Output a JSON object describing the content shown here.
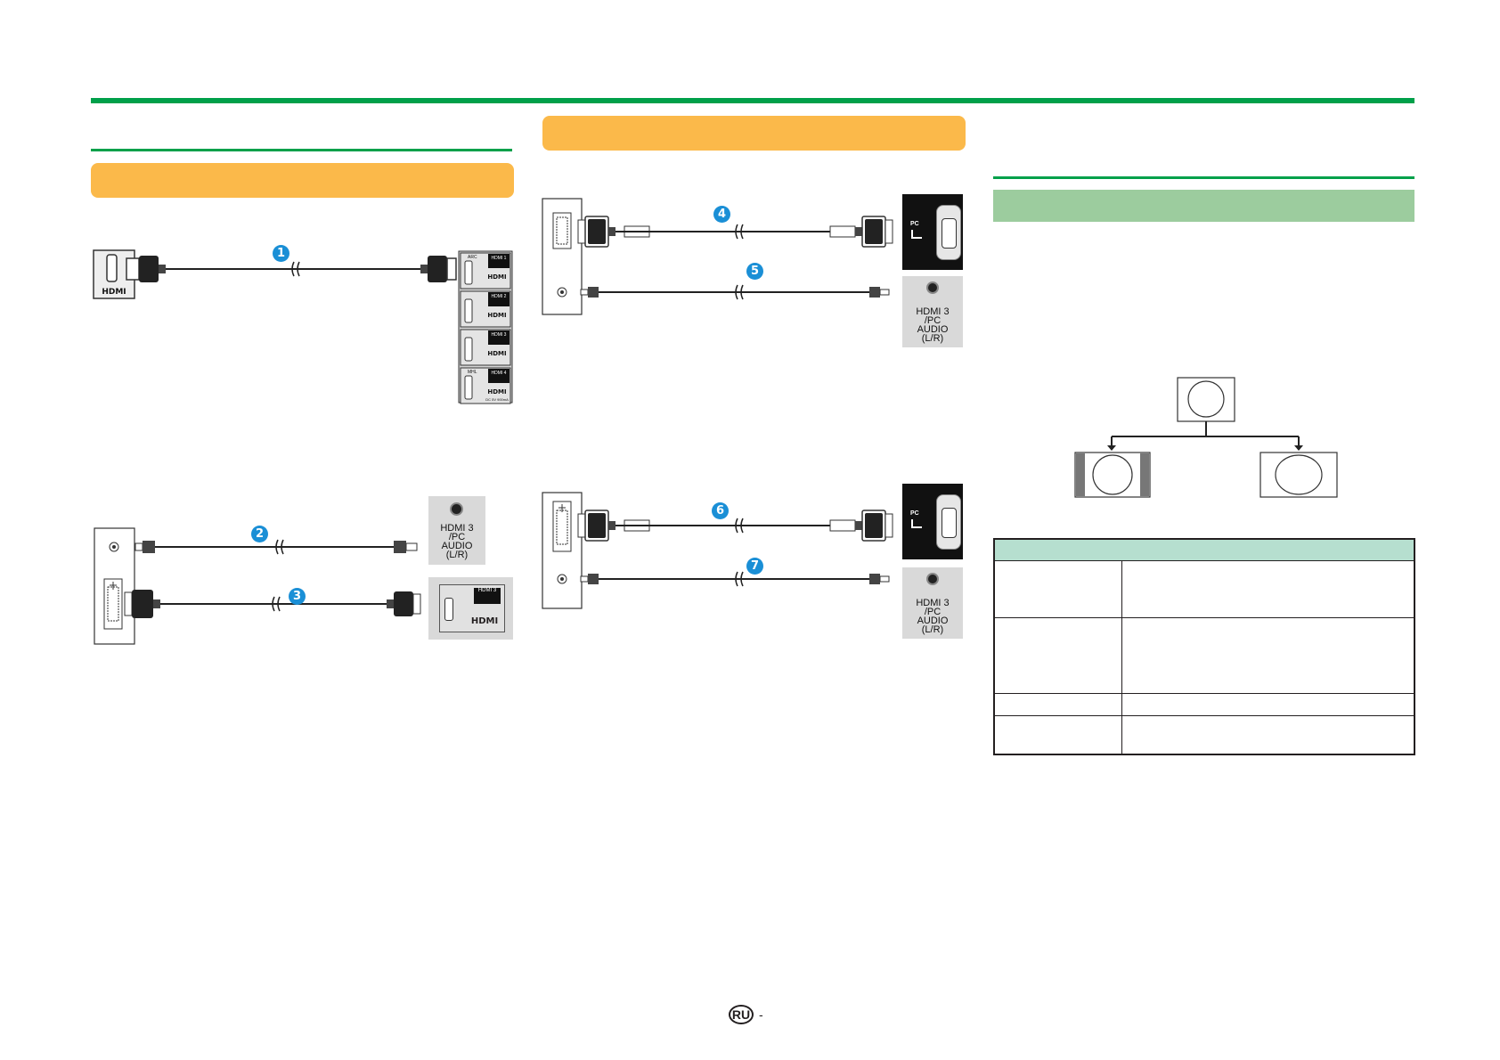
{
  "port_labels": {
    "hdmi_logo": "HDMI",
    "arc": "ARC",
    "mhl": "MHL",
    "hdmi1": "HDMI 1",
    "hdmi2": "HDMI 2",
    "hdmi3": "HDMI 3",
    "hdmi4": "HDMI 4",
    "dc_label": "DC 5V 900mA",
    "pc": "PC",
    "audio_lines": [
      "HDMI 3",
      "/PC",
      "AUDIO",
      "(L/R)"
    ]
  },
  "cable_numbers": [
    "1",
    "2",
    "3",
    "4",
    "5",
    "6",
    "7"
  ],
  "footer": {
    "badge": "RU",
    "suffix": "-"
  },
  "colors": {
    "green": "#00a04a",
    "orange": "#fbb94a",
    "light_green": "#9ccc9e",
    "table_head": "#b6dfcf",
    "number_blue": "#1a8fd6"
  }
}
